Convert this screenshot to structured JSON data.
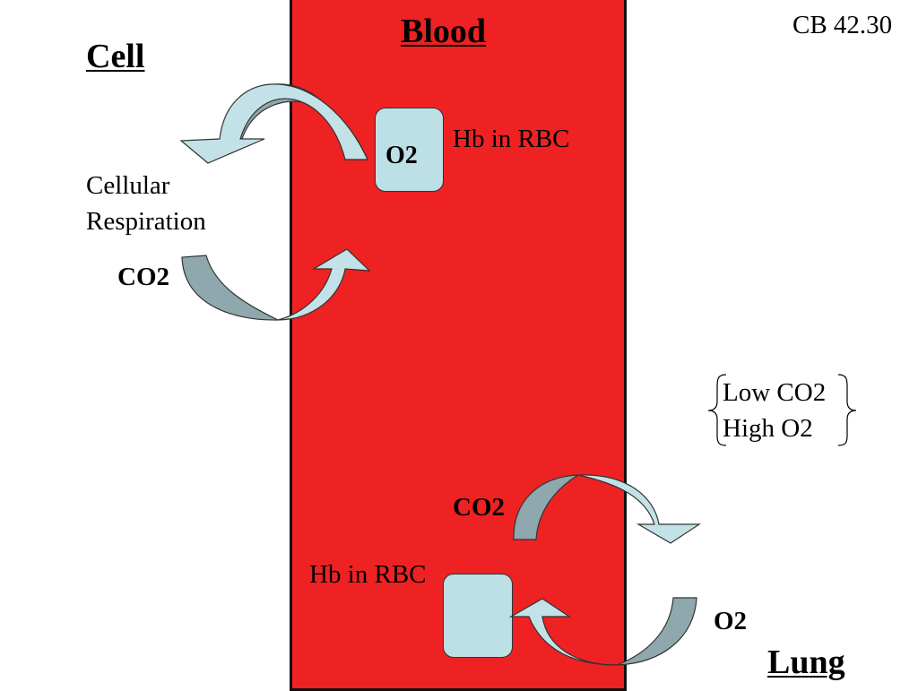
{
  "figure_ref": "CB 42.30",
  "regions": {
    "cell": "Cell",
    "blood": "Blood",
    "lung": "Lung"
  },
  "cell_side": {
    "process_line1": "Cellular",
    "process_line2": "Respiration",
    "co2_label": "CO2"
  },
  "blood_top": {
    "rbc_o2_label": "O2",
    "rbc_caption": "Hb in RBC"
  },
  "blood_bottom": {
    "co2_label": "CO2",
    "rbc_caption": "Hb in RBC"
  },
  "lung_side": {
    "o2_label": "O2",
    "condition_line1": "Low CO2",
    "condition_line2": "High O2"
  },
  "colors": {
    "blood": "#ee2222",
    "rbc": "#bde0e6",
    "arrow_light": "#c3e2e8",
    "arrow_dark": "#8ea8ad"
  }
}
